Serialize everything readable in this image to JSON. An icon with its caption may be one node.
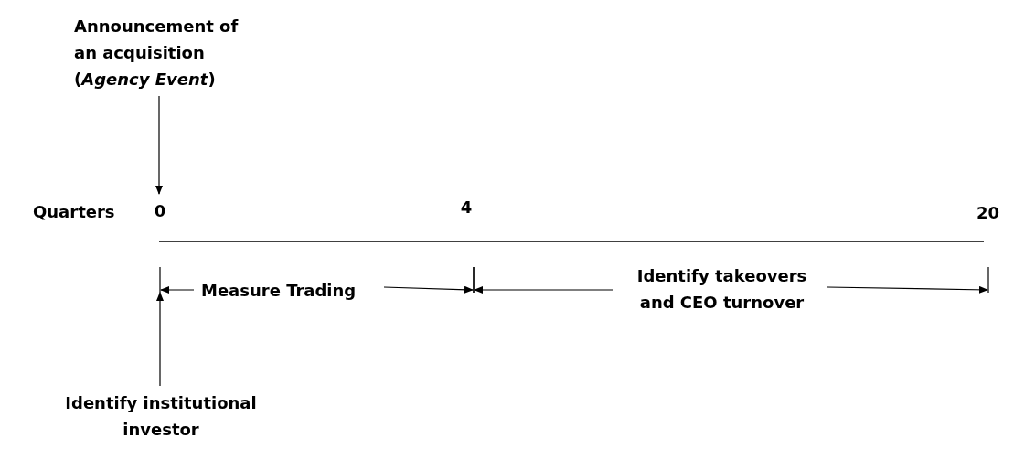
{
  "diagram": {
    "nodes": [
      {
        "text": [
          "Announcement of an acquisition (*Agency Event*)"
        ]
      },
      {
        "text": [
          "0"
        ]
      },
      {
        "text": [
          "Identify institutional investor"
        ]
      }
    ],
    "edges": [
      {
        "from": 0,
        "to": 1,
        "arrow": "to"
      },
      {
        "from": 2,
        "to": null,
        "arrow": "to"
      }
    ],
    "labels": [
      "Quarters",
      "4",
      "20",
      "Measure Trading",
      "Identify takeovers and CEO turnover"
    ]
  }
}
